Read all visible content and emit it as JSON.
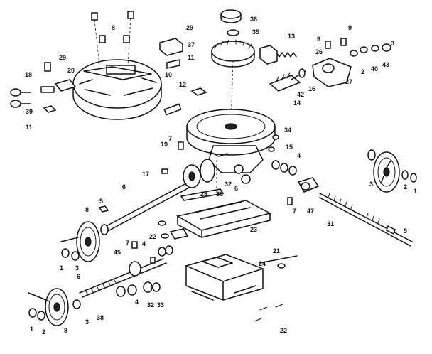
{
  "callouts": [
    {
      "id": "c-8a",
      "label": "8"
    },
    {
      "id": "c-29a",
      "label": "29"
    },
    {
      "id": "c-37a",
      "label": "37"
    },
    {
      "id": "c-11a",
      "label": "11"
    },
    {
      "id": "c-29b",
      "label": "29"
    },
    {
      "id": "c-10a",
      "label": "10"
    },
    {
      "id": "c-20",
      "label": "20"
    },
    {
      "id": "c-18",
      "label": "18"
    },
    {
      "id": "c-39",
      "label": "39"
    },
    {
      "id": "c-11b",
      "label": "11"
    },
    {
      "id": "c-36",
      "label": "36"
    },
    {
      "id": "c-35",
      "label": "35"
    },
    {
      "id": "c-13",
      "label": "13"
    },
    {
      "id": "c-8b",
      "label": "8"
    },
    {
      "id": "c-9",
      "label": "9"
    },
    {
      "id": "c-26",
      "label": "26"
    },
    {
      "id": "c-3a",
      "label": "3"
    },
    {
      "id": "c-43",
      "label": "43"
    },
    {
      "id": "c-2a",
      "label": "2"
    },
    {
      "id": "c-40",
      "label": "40"
    },
    {
      "id": "c-12",
      "label": "12"
    },
    {
      "id": "c-14",
      "label": "14"
    },
    {
      "id": "c-42",
      "label": "42"
    },
    {
      "id": "c-16",
      "label": "16"
    },
    {
      "id": "c-27",
      "label": "27"
    },
    {
      "id": "c-34",
      "label": "34"
    },
    {
      "id": "c-7a",
      "label": "7"
    },
    {
      "id": "c-19",
      "label": "19"
    },
    {
      "id": "c-15",
      "label": "15"
    },
    {
      "id": "c-17",
      "label": "17"
    },
    {
      "id": "c-4a",
      "label": "4"
    },
    {
      "id": "c-6a",
      "label": "6"
    },
    {
      "id": "c-32a",
      "label": "32"
    },
    {
      "id": "c-30",
      "label": "30"
    },
    {
      "id": "c-28",
      "label": "28"
    },
    {
      "id": "c-7b",
      "label": "7"
    },
    {
      "id": "c-47",
      "label": "47"
    },
    {
      "id": "c-31",
      "label": "31"
    },
    {
      "id": "c-3b",
      "label": "3"
    },
    {
      "id": "c-2b",
      "label": "2"
    },
    {
      "id": "c-1a",
      "label": "1"
    },
    {
      "id": "c-5a",
      "label": "5"
    },
    {
      "id": "c-6b",
      "label": "6"
    },
    {
      "id": "c-5b",
      "label": "5"
    },
    {
      "id": "c-8c",
      "label": "8"
    },
    {
      "id": "c-22a",
      "label": "22"
    },
    {
      "id": "c-23",
      "label": "23"
    },
    {
      "id": "c-7c",
      "label": "7"
    },
    {
      "id": "c-4b",
      "label": "4"
    },
    {
      "id": "c-45",
      "label": "45"
    },
    {
      "id": "c-1b",
      "label": "1"
    },
    {
      "id": "c-3c",
      "label": "3"
    },
    {
      "id": "c-6c",
      "label": "6"
    },
    {
      "id": "c-21",
      "label": "21"
    },
    {
      "id": "c-24",
      "label": "24"
    },
    {
      "id": "c-4c",
      "label": "4"
    },
    {
      "id": "c-32b",
      "label": "32"
    },
    {
      "id": "c-33",
      "label": "33"
    },
    {
      "id": "c-1c",
      "label": "1"
    },
    {
      "id": "c-2c",
      "label": "2"
    },
    {
      "id": "c-8d",
      "label": "8"
    },
    {
      "id": "c-3d",
      "label": "3"
    },
    {
      "id": "c-38",
      "label": "38"
    },
    {
      "id": "c-22b",
      "label": "22"
    }
  ]
}
